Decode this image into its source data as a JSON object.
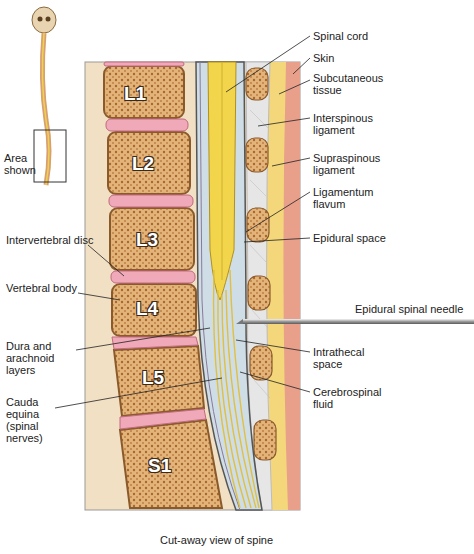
{
  "diagram": {
    "caption": "Cut-away view of spine",
    "labels": [
      "L1",
      "L2",
      "L3",
      "L4",
      "L5",
      "S1",
      "Spinal cord",
      "Skin",
      "Subcutaneous tissue",
      "Interspinous ligament",
      "Supraspinous ligament",
      "Ligamentum flavum",
      "Epidural space",
      "Epidural spinal needle",
      "Intrathecal space",
      "Cerebrospinal fluid",
      "Area shown",
      "Intervertebral disc",
      "Vertebral body",
      "Dura and arachnoid layers",
      "Cauda equina (spinal nerves)"
    ]
  }
}
